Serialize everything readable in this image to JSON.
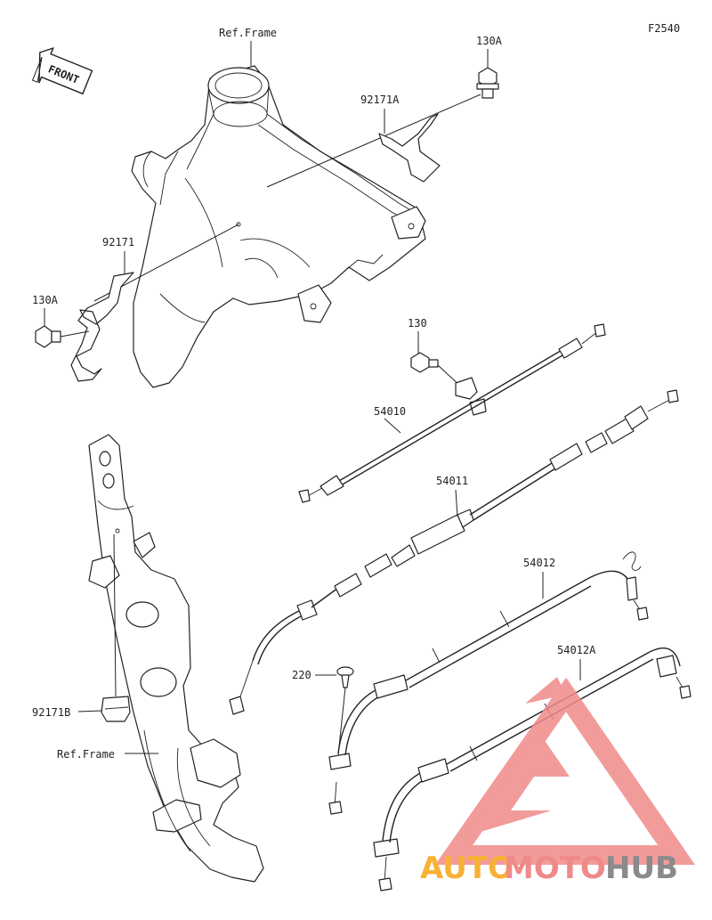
{
  "figure_code": "F2540",
  "front_label": "FRONT",
  "callouts": {
    "ref_frame_top": "Ref.Frame",
    "bolt_130a_top": "130A",
    "clamp_92171a": "92171A",
    "clamp_92171": "92171",
    "bolt_130a_left": "130A",
    "bolt_130": "130",
    "cable_54010": "54010",
    "cable_54011": "54011",
    "cable_54012": "54012",
    "cable_54012a": "54012A",
    "screw_220": "220",
    "clamp_92171b": "92171B",
    "ref_frame_bottom": "Ref.Frame"
  },
  "watermark": {
    "part1": "AUTO",
    "part2": "MOTO",
    "part3": "HUB",
    "color_primary": "#f7b236",
    "color_accent": "#f08a8a",
    "color_dark": "#8a8a8a"
  }
}
